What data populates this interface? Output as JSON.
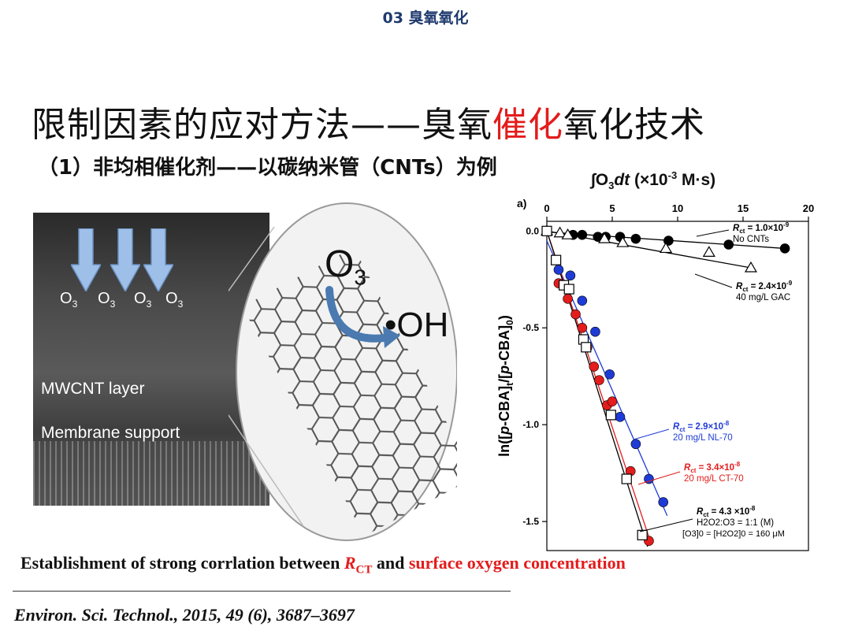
{
  "header": {
    "section_tag": "03  臭氧氧化"
  },
  "slide": {
    "title_part1": "限制因素的应对方法——臭氧",
    "title_highlight": "催化",
    "title_part2": "氧化技术",
    "subtitle": "（1）非均相催化剂——以碳纳米管（CNTs）为例"
  },
  "image": {
    "o3_label": "O",
    "o3_sub": "3",
    "mwcnt_label": "MWCNT layer",
    "membrane_label": "Membrane support",
    "zoom_o3": "O",
    "zoom_o3_sub": "3",
    "zoom_oh": "•OH"
  },
  "footer": {
    "statement_pre": "Establishment of strong corrlation between ",
    "statement_r": "R",
    "statement_rsub": "CT",
    "statement_mid": " and ",
    "statement_red": "surface oxygen concentration",
    "citation": "Environ. Sci. Technol., 2015, 49 (6), 3687–3697"
  },
  "colors": {
    "accent_red": "#e31c1c",
    "series_blue": "#1f3bd6",
    "header_navy": "#1f3a6e"
  },
  "chart_data": {
    "type": "scatter",
    "panel_label": "a)",
    "x_label_top": "∫O3dt  (×10-3 M·s)",
    "y_label": "ln([p-CBA]t/[p-CBA]0)",
    "xlim": [
      0,
      20
    ],
    "ylim": [
      -1.65,
      0.05
    ],
    "x_ticks": [
      0,
      5,
      10,
      15,
      20
    ],
    "y_ticks": [
      0.0,
      -0.5,
      -1.0,
      -1.5
    ],
    "y_tick_labels": [
      "0.0",
      "-0.5",
      "-1.0",
      "-1.5"
    ],
    "series": [
      {
        "name": "No CNTs",
        "rct": "Rct = 1.0×10-9",
        "marker": "filled-circle",
        "color": "#000000",
        "x": [
          0,
          2.0,
          2.7,
          3.9,
          4.5,
          5.6,
          6.8,
          9.3,
          13.9,
          18.2
        ],
        "y": [
          0.0,
          -0.02,
          -0.02,
          -0.03,
          -0.03,
          -0.03,
          -0.04,
          -0.05,
          -0.07,
          -0.09
        ],
        "fit": [
          [
            0,
            -0.005
          ],
          [
            18.2,
            -0.09
          ]
        ]
      },
      {
        "name": "40 mg/L GAC",
        "rct": "Rct = 2.4×10-9",
        "marker": "open-triangle",
        "color": "#000000",
        "x": [
          0,
          1.0,
          1.6,
          4.4,
          5.8,
          9.1,
          12.4,
          15.6
        ],
        "y": [
          0.0,
          -0.01,
          -0.02,
          -0.04,
          -0.06,
          -0.09,
          -0.11,
          -0.19
        ],
        "fit": [
          [
            0,
            0.0
          ],
          [
            15.6,
            -0.19
          ]
        ]
      },
      {
        "name": "20 mg/L NL-70",
        "rct": "Rct = 2.9×10-8",
        "marker": "filled-circle",
        "color": "#1f3bd6",
        "x": [
          0.9,
          1.8,
          2.7,
          3.7,
          4.8,
          5.6,
          6.8,
          7.8,
          8.9
        ],
        "y": [
          -0.2,
          -0.23,
          -0.36,
          -0.52,
          -0.74,
          -0.96,
          -1.1,
          -1.28,
          -1.4
        ],
        "fit": [
          [
            0,
            -0.05
          ],
          [
            9.2,
            -1.47
          ]
        ]
      },
      {
        "name": "20 mg/L CT-70",
        "rct": "Rct = 3.4×10-8",
        "marker": "filled-circle",
        "color": "#e31c1c",
        "x": [
          0,
          0.9,
          1.6,
          2.2,
          2.7,
          3.1,
          3.6,
          4.0,
          4.6,
          5.0,
          6.4,
          7.8
        ],
        "y": [
          0.0,
          -0.27,
          -0.35,
          -0.43,
          -0.5,
          -0.6,
          -0.7,
          -0.77,
          -0.9,
          -0.88,
          -1.24,
          -1.6
        ],
        "fit": [
          [
            0,
            0.0
          ],
          [
            7.9,
            -1.6
          ]
        ]
      },
      {
        "name": "H2O2:O3 = 1:1 (M)",
        "rct": "Rct = 4.3 ×10-8",
        "note": "[O3]0 = [H2O2]0 = 160 μM",
        "marker": "open-square",
        "color": "#000000",
        "x": [
          0,
          0.7,
          1.3,
          1.7,
          2.8,
          3.0,
          4.9,
          6.1,
          7.3
        ],
        "y": [
          0.0,
          -0.15,
          -0.28,
          -0.3,
          -0.56,
          -0.6,
          -0.95,
          -1.28,
          -1.57
        ],
        "fit": [
          [
            0,
            0.0
          ],
          [
            7.7,
            -1.63
          ]
        ]
      }
    ]
  }
}
